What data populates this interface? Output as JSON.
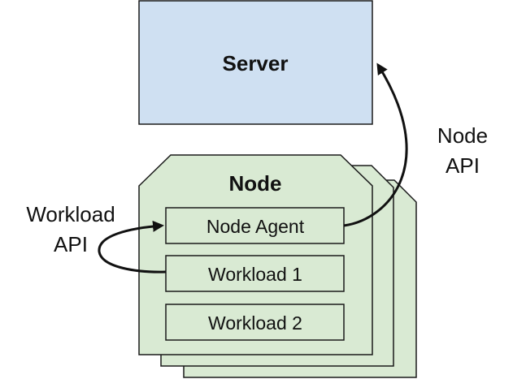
{
  "server": {
    "label": "Server"
  },
  "node": {
    "title": "Node",
    "components": [
      {
        "label": "Node Agent"
      },
      {
        "label": "Workload 1"
      },
      {
        "label": "Workload 2"
      }
    ]
  },
  "edges": {
    "node_api": {
      "line1": "Node",
      "line2": "API"
    },
    "workload_api": {
      "line1": "Workload",
      "line2": "API"
    }
  },
  "colors": {
    "server_fill": "#cfe0f2",
    "node_fill": "#d9ead3",
    "box_fill": "#d9ead3",
    "stroke": "#1a1a1a"
  }
}
